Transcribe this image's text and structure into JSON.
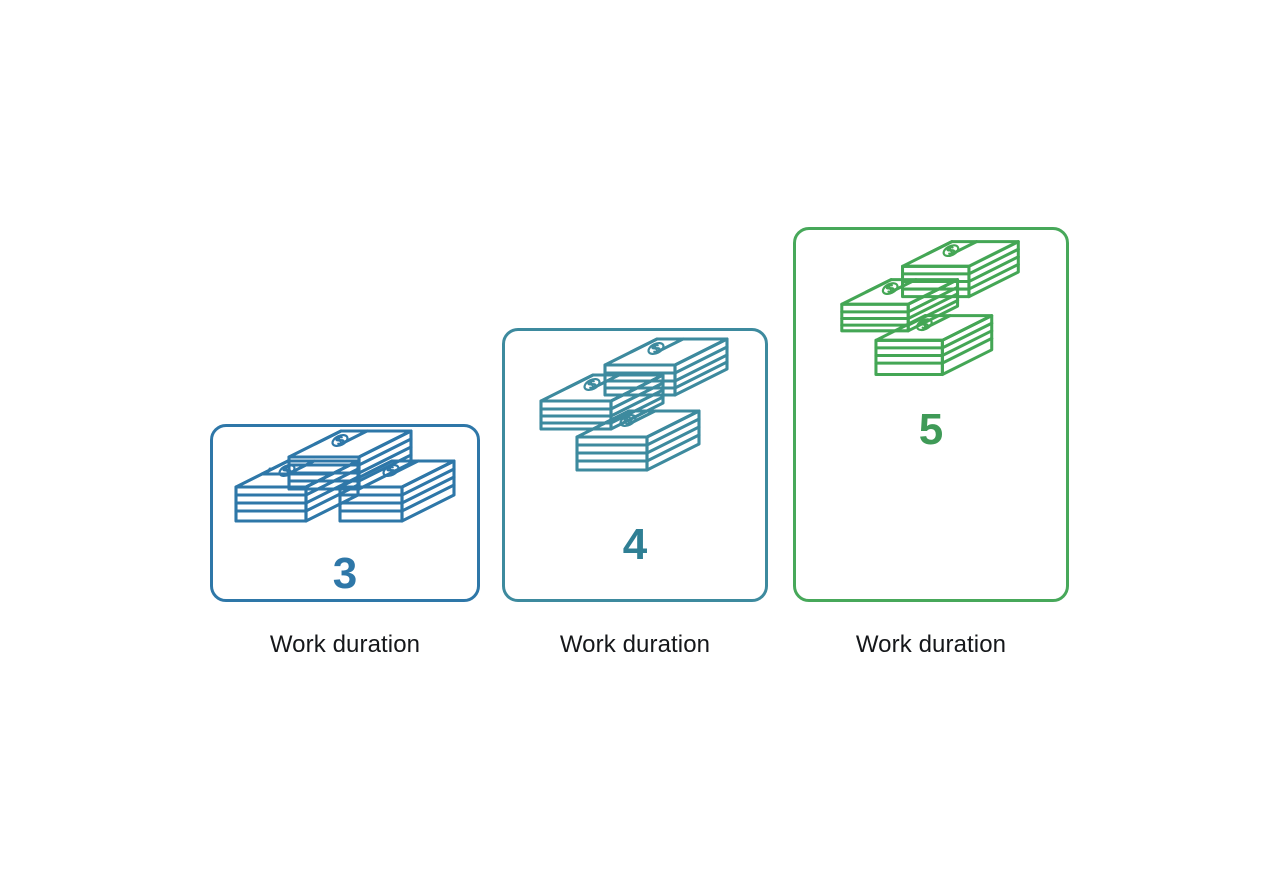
{
  "background_color": "#ffffff",
  "chart_data": {
    "type": "bar",
    "title": "",
    "subtitle": "",
    "xlabel": "",
    "ylabel": "",
    "categories": [
      "Work duration",
      "Work duration",
      "Work duration"
    ],
    "values": [
      3,
      4,
      5
    ],
    "value_labels": [
      "3",
      "4",
      "5"
    ],
    "grid": false,
    "legend": null,
    "series": [
      {
        "name": "Work duration",
        "values": [
          3,
          4,
          5
        ]
      }
    ],
    "notes": "Ascending rounded-rectangle cards sharing a common baseline; each card shows a stack-of-banknotes icon, a numeral, and a caption. Card height grows with the value."
  },
  "cards": [
    {
      "id": "card-1",
      "value": "3",
      "caption": "Work duration",
      "accent_color": "#2e77a8",
      "icon_color": "#2e77a8",
      "numeral_color": "#2e77a8",
      "icon_name": "money-stacks-icon",
      "icon_layout": "pyramid",
      "stack_count": 3
    },
    {
      "id": "card-2",
      "value": "4",
      "caption": "Work duration",
      "accent_color": "#3d8a9e",
      "icon_color": "#3d8a9e",
      "numeral_color": "#2f7f94",
      "icon_name": "money-stacks-icon",
      "icon_layout": "cascade",
      "stack_count": 3
    },
    {
      "id": "card-3",
      "value": "5",
      "caption": "Work duration",
      "accent_color": "#47a85a",
      "icon_color": "#44a655",
      "numeral_color": "#3f9a57",
      "icon_name": "money-stacks-icon",
      "icon_layout": "cascade",
      "stack_count": 3
    }
  ]
}
